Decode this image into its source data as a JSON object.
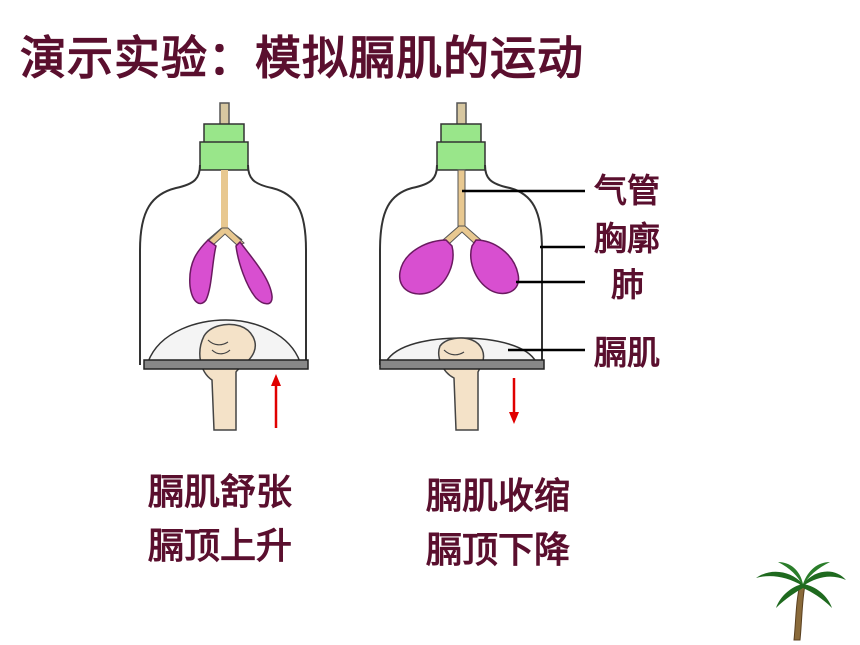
{
  "title": "演示实验：模拟膈肌的运动",
  "labels": {
    "trachea": "气管",
    "thorax": "胸廓",
    "lung": "肺",
    "diaphragm": "膈肌"
  },
  "captions": {
    "left": {
      "line1": "膈肌舒张",
      "line2": "膈顶上升"
    },
    "right": {
      "line1": "膈肌收缩",
      "line2": "膈顶下降"
    }
  },
  "colors": {
    "text": "#5a0f2e",
    "lung": "#d84fd0",
    "stopper": "#99e68a",
    "trachea": "#e8c890",
    "arrow": "#e00000"
  },
  "icons": [
    "palm-tree-icon"
  ]
}
